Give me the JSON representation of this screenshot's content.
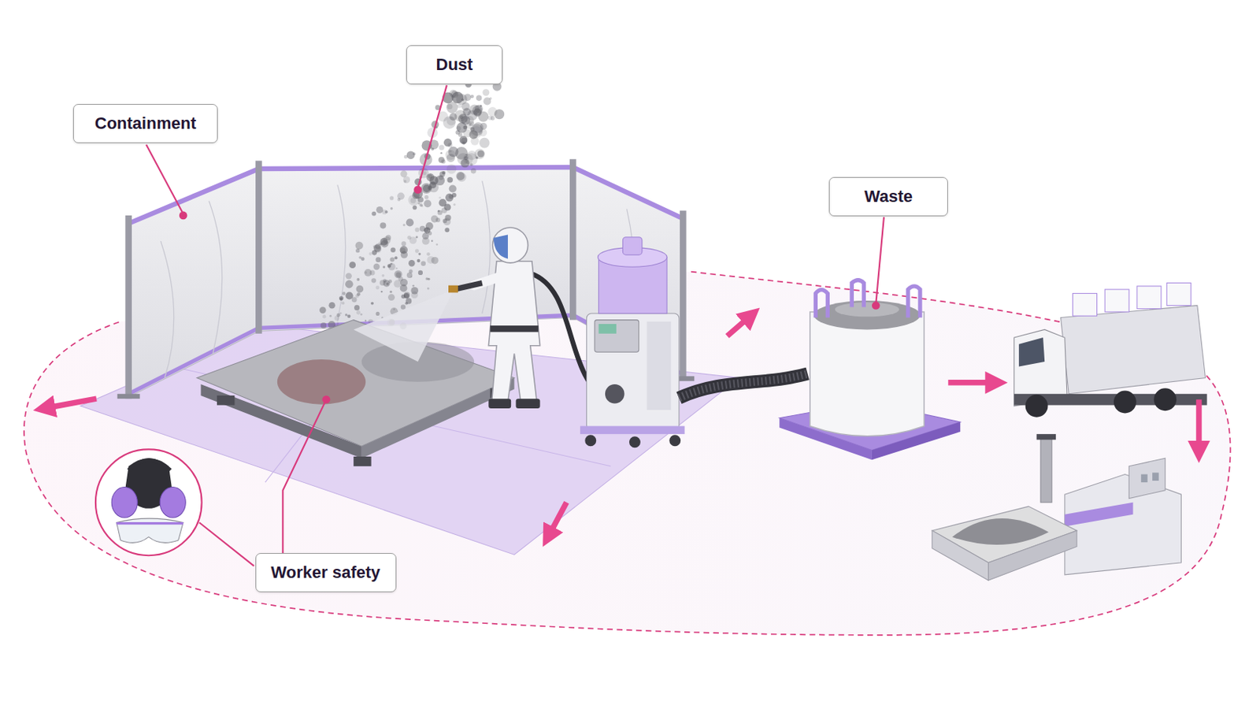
{
  "diagram": {
    "nodes": [
      {
        "text": [
          "Dust"
        ]
      },
      {
        "text": [
          "Containment"
        ]
      },
      {
        "text": [
          "Waste"
        ]
      },
      {
        "text": [
          "Worker safety"
        ]
      }
    ]
  }
}
